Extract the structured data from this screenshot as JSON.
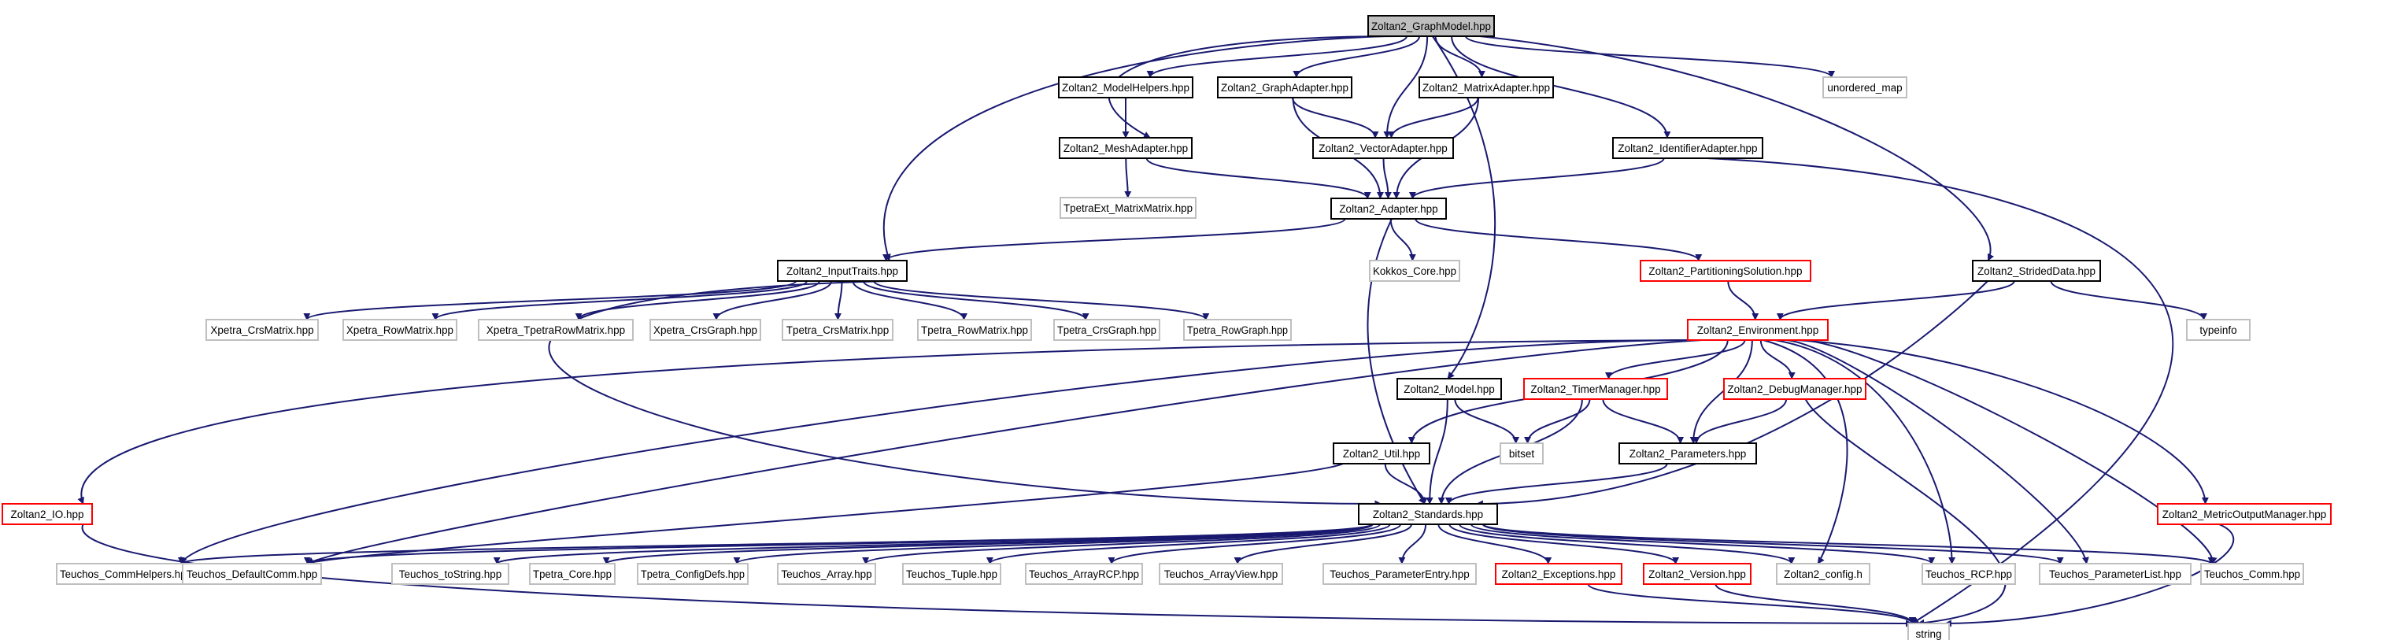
{
  "colors": {
    "edge": "#191970",
    "border_default": "#000000",
    "border_incomplete": "#ff0000",
    "border_external": "#bfbfbf",
    "fill_root": "#bfbfbf",
    "fill_default": "#ffffff"
  },
  "nodes": {
    "graphmodel": {
      "label": "Zoltan2_GraphModel.hpp",
      "kind": "root"
    },
    "modelhelpers": {
      "label": "Zoltan2_ModelHelpers.hpp",
      "kind": "default"
    },
    "graphadapter": {
      "label": "Zoltan2_GraphAdapter.hpp",
      "kind": "default"
    },
    "matrixadapter": {
      "label": "Zoltan2_MatrixAdapter.hpp",
      "kind": "default"
    },
    "unordered_map": {
      "label": "unordered_map",
      "kind": "external"
    },
    "meshadapter": {
      "label": "Zoltan2_MeshAdapter.hpp",
      "kind": "default"
    },
    "vectoradapter": {
      "label": "Zoltan2_VectorAdapter.hpp",
      "kind": "default"
    },
    "identifieradapter": {
      "label": "Zoltan2_IdentifierAdapter.hpp",
      "kind": "default"
    },
    "tpetraext": {
      "label": "TpetraExt_MatrixMatrix.hpp",
      "kind": "external"
    },
    "adapter": {
      "label": "Zoltan2_Adapter.hpp",
      "kind": "default"
    },
    "inputtraits": {
      "label": "Zoltan2_InputTraits.hpp",
      "kind": "default"
    },
    "kokkos_core": {
      "label": "Kokkos_Core.hpp",
      "kind": "external"
    },
    "partitioningsolution": {
      "label": "Zoltan2_PartitioningSolution.hpp",
      "kind": "incomplete"
    },
    "strideddata": {
      "label": "Zoltan2_StridedData.hpp",
      "kind": "default"
    },
    "xpetra_crsmatrix": {
      "label": "Xpetra_CrsMatrix.hpp",
      "kind": "external"
    },
    "xpetra_rowmatrix": {
      "label": "Xpetra_RowMatrix.hpp",
      "kind": "external"
    },
    "xpetra_tpetrarowmatrix": {
      "label": "Xpetra_TpetraRowMatrix.hpp",
      "kind": "external"
    },
    "xpetra_crsgraph": {
      "label": "Xpetra_CrsGraph.hpp",
      "kind": "external"
    },
    "tpetra_crsmatrix": {
      "label": "Tpetra_CrsMatrix.hpp",
      "kind": "external"
    },
    "tpetra_rowmatrix": {
      "label": "Tpetra_RowMatrix.hpp",
      "kind": "external"
    },
    "tpetra_crsgraph": {
      "label": "Tpetra_CrsGraph.hpp",
      "kind": "external"
    },
    "tpetra_rowgraph": {
      "label": "Tpetra_RowGraph.hpp",
      "kind": "external"
    },
    "environment": {
      "label": "Zoltan2_Environment.hpp",
      "kind": "incomplete"
    },
    "typeinfo": {
      "label": "typeinfo",
      "kind": "external"
    },
    "model": {
      "label": "Zoltan2_Model.hpp",
      "kind": "default"
    },
    "timermanager": {
      "label": "Zoltan2_TimerManager.hpp",
      "kind": "incomplete"
    },
    "debugmanager": {
      "label": "Zoltan2_DebugManager.hpp",
      "kind": "incomplete"
    },
    "bitset": {
      "label": "bitset",
      "kind": "external"
    },
    "util": {
      "label": "Zoltan2_Util.hpp",
      "kind": "default"
    },
    "parameters": {
      "label": "Zoltan2_Parameters.hpp",
      "kind": "default"
    },
    "io": {
      "label": "Zoltan2_IO.hpp",
      "kind": "incomplete"
    },
    "standards": {
      "label": "Zoltan2_Standards.hpp",
      "kind": "default"
    },
    "metricoutputmanager": {
      "label": "Zoltan2_MetricOutputManager.hpp",
      "kind": "incomplete"
    },
    "teuchos_commhelpers": {
      "label": "Teuchos_CommHelpers.hpp",
      "kind": "external"
    },
    "teuchos_defaultcomm": {
      "label": "Teuchos_DefaultComm.hpp",
      "kind": "external"
    },
    "teuchos_tostring": {
      "label": "Teuchos_toString.hpp",
      "kind": "external"
    },
    "tpetra_core": {
      "label": "Tpetra_Core.hpp",
      "kind": "external"
    },
    "tpetra_configdefs": {
      "label": "Tpetra_ConfigDefs.hpp",
      "kind": "external"
    },
    "teuchos_array": {
      "label": "Teuchos_Array.hpp",
      "kind": "external"
    },
    "teuchos_tuple": {
      "label": "Teuchos_Tuple.hpp",
      "kind": "external"
    },
    "teuchos_arrayrcp": {
      "label": "Teuchos_ArrayRCP.hpp",
      "kind": "external"
    },
    "teuchos_arrayview": {
      "label": "Teuchos_ArrayView.hpp",
      "kind": "external"
    },
    "teuchos_parameterentry": {
      "label": "Teuchos_ParameterEntry.hpp",
      "kind": "external"
    },
    "exceptions": {
      "label": "Zoltan2_Exceptions.hpp",
      "kind": "incomplete"
    },
    "version": {
      "label": "Zoltan2_Version.hpp",
      "kind": "incomplete"
    },
    "config": {
      "label": "Zoltan2_config.h",
      "kind": "external"
    },
    "teuchos_rcp": {
      "label": "Teuchos_RCP.hpp",
      "kind": "external"
    },
    "teuchos_parameterlist": {
      "label": "Teuchos_ParameterList.hpp",
      "kind": "external"
    },
    "teuchos_comm": {
      "label": "Teuchos_Comm.hpp",
      "kind": "external"
    },
    "string": {
      "label": "string",
      "kind": "external"
    }
  },
  "edges": [
    [
      "graphmodel",
      "modelhelpers"
    ],
    [
      "graphmodel",
      "graphadapter"
    ],
    [
      "graphmodel",
      "matrixadapter"
    ],
    [
      "graphmodel",
      "unordered_map"
    ],
    [
      "graphmodel",
      "meshadapter"
    ],
    [
      "graphmodel",
      "vectoradapter"
    ],
    [
      "graphmodel",
      "identifieradapter"
    ],
    [
      "graphmodel",
      "inputtraits"
    ],
    [
      "graphmodel",
      "strideddata"
    ],
    [
      "graphmodel",
      "model"
    ],
    [
      "modelhelpers",
      "meshadapter"
    ],
    [
      "graphadapter",
      "vectoradapter"
    ],
    [
      "graphadapter",
      "adapter"
    ],
    [
      "matrixadapter",
      "vectoradapter"
    ],
    [
      "matrixadapter",
      "adapter"
    ],
    [
      "meshadapter",
      "tpetraext"
    ],
    [
      "meshadapter",
      "adapter"
    ],
    [
      "vectoradapter",
      "adapter"
    ],
    [
      "identifieradapter",
      "adapter"
    ],
    [
      "identifieradapter",
      "string"
    ],
    [
      "adapter",
      "inputtraits"
    ],
    [
      "adapter",
      "kokkos_core"
    ],
    [
      "adapter",
      "partitioningsolution"
    ],
    [
      "adapter",
      "standards"
    ],
    [
      "inputtraits",
      "xpetra_crsmatrix"
    ],
    [
      "inputtraits",
      "xpetra_rowmatrix"
    ],
    [
      "inputtraits",
      "xpetra_tpetrarowmatrix"
    ],
    [
      "inputtraits",
      "xpetra_crsgraph"
    ],
    [
      "inputtraits",
      "tpetra_crsmatrix"
    ],
    [
      "inputtraits",
      "tpetra_rowmatrix"
    ],
    [
      "inputtraits",
      "tpetra_crsgraph"
    ],
    [
      "inputtraits",
      "tpetra_rowgraph"
    ],
    [
      "inputtraits",
      "standards"
    ],
    [
      "partitioningsolution",
      "environment"
    ],
    [
      "strideddata",
      "environment"
    ],
    [
      "strideddata",
      "typeinfo"
    ],
    [
      "strideddata",
      "standards"
    ],
    [
      "environment",
      "io"
    ],
    [
      "environment",
      "timermanager"
    ],
    [
      "environment",
      "debugmanager"
    ],
    [
      "environment",
      "util"
    ],
    [
      "environment",
      "parameters"
    ],
    [
      "environment",
      "metricoutputmanager"
    ],
    [
      "environment",
      "teuchos_commhelpers"
    ],
    [
      "environment",
      "teuchos_defaultcomm"
    ],
    [
      "environment",
      "config"
    ],
    [
      "environment",
      "teuchos_rcp"
    ],
    [
      "environment",
      "teuchos_parameterlist"
    ],
    [
      "environment",
      "teuchos_comm"
    ],
    [
      "model",
      "bitset"
    ],
    [
      "model",
      "standards"
    ],
    [
      "timermanager",
      "bitset"
    ],
    [
      "timermanager",
      "parameters"
    ],
    [
      "timermanager",
      "standards"
    ],
    [
      "debugmanager",
      "parameters"
    ],
    [
      "debugmanager",
      "string"
    ],
    [
      "util",
      "standards"
    ],
    [
      "util",
      "teuchos_defaultcomm"
    ],
    [
      "parameters",
      "standards"
    ],
    [
      "io",
      "string"
    ],
    [
      "metricoutputmanager",
      "string"
    ],
    [
      "standards",
      "teuchos_commhelpers"
    ],
    [
      "standards",
      "teuchos_defaultcomm"
    ],
    [
      "standards",
      "teuchos_tostring"
    ],
    [
      "standards",
      "tpetra_core"
    ],
    [
      "standards",
      "tpetra_configdefs"
    ],
    [
      "standards",
      "teuchos_array"
    ],
    [
      "standards",
      "teuchos_tuple"
    ],
    [
      "standards",
      "teuchos_arrayrcp"
    ],
    [
      "standards",
      "teuchos_arrayview"
    ],
    [
      "standards",
      "teuchos_parameterentry"
    ],
    [
      "standards",
      "exceptions"
    ],
    [
      "standards",
      "version"
    ],
    [
      "standards",
      "config"
    ],
    [
      "standards",
      "teuchos_rcp"
    ],
    [
      "standards",
      "teuchos_parameterlist"
    ],
    [
      "standards",
      "teuchos_comm"
    ],
    [
      "exceptions",
      "string"
    ],
    [
      "version",
      "string"
    ]
  ]
}
